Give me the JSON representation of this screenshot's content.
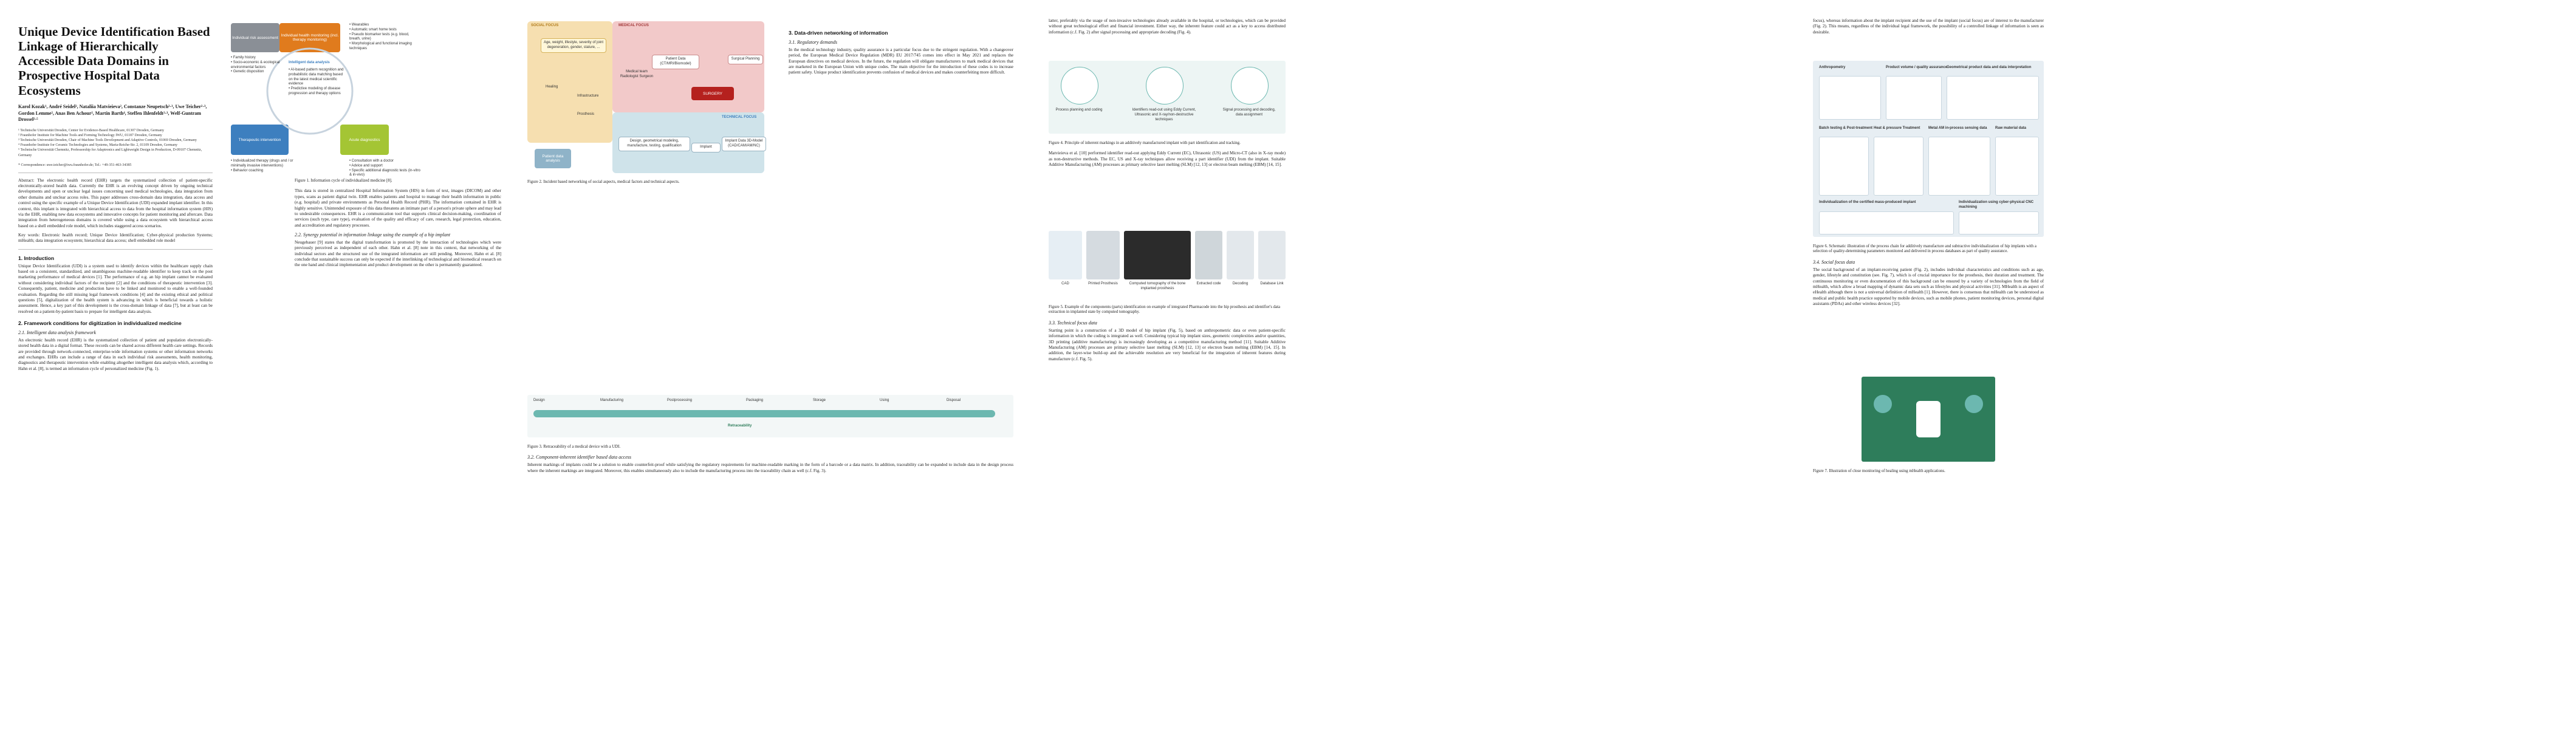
{
  "paper": {
    "title": "Unique Device Identification Based Linkage of Hierarchically Accessible Data Domains in Prospective Hospital Data Ecosystems",
    "authors": "Karol Kozak¹, André Seidel², Nataliia Matvieieva², Constanze Neupetsch²·³, Uwe Teicher²·³, Gordon Lemme², Anas Ben Achour², Martin Barth⁴, Steffen Ihlenfeldt²·³, Welf-Guntram Drossel²·⁵",
    "affiliations": [
      "¹ Technische Universität Dresden, Center for Evidence-Based Healthcare, 01307 Dresden, Germany",
      "² Fraunhofer Institute for Machine Tools and Forming Technology IWU, 01187 Dresden, Germany",
      "³ Technische Universität Dresden, Chair of Machine Tools Development and Adaptive Controls, 01069 Dresden, Germany",
      "⁴ Fraunhofer Institute for Ceramic Technologies and Systems, Maria-Reiche-Str. 2, 01109 Dresden, Germany",
      "⁵ Technische Universität Chemnitz, Professorship for Adaptronics and Lightweight Design in Production, D-09107 Chemnitz, Germany"
    ],
    "correspondence": "* Correspondence: uwe.teicher@iwu.fraunhofer.de; Tel.: +49-351-463-34385",
    "abstract": "Abstract: The electronic health record (EHR) targets the systematized collection of patient-specific electronically-stored health data. Currently the EHR is an evolving concept driven by ongoing technical developments and open or unclear legal issues concerning used medical technologies, data integration from other domains and unclear access roles. This paper addresses cross-domain data integration, data access and control using the specific example of a Unique Device Identification (UDI) expanded implant identifier. In this context, this implant is integrated with hierarchical access to data from the hospital information system (HIS) via the EHR, enabling new data ecosystems and innovative concepts for patient monitoring and aftercare. Data integration from heterogeneous domains is covered while using a data ecosystem with hierarchical access based on a shell embedded role model, which includes staggered access scenarios.",
    "keywords": "Key words: Electronic health record; Unique Device Identification; Cyber-physical production Systems; mHealth; data integration ecosystem; hierarchical data access; shell embedded role model",
    "sec1": "1. Introduction",
    "sec1_text": "Unique Device Identification (UDI) is a system used to identify devices within the healthcare supply chain based on a consistent, standardized, and unambiguous machine-readable identifier to keep track on the post marketing performance of medical devices [1]. The performance of e.g. an hip implant cannot be evaluated without considering individual factors of the recipient [2] and the conditions of therapeutic intervention [3]. Consequently, patient, medicine and production have to be linked and monitored to enable a well-founded evaluation. Regarding the still missing legal framework conditions [4] and the existing ethical and political questions [5], digitalization of the health system is advancing in which is beneficial towards a holistic assessment. Hence, a key part of this development is the cross-domain linkage of data [7], but at least can be resolved on a patient-by-patient basis to prepare for intelligent data analysis.",
    "sec2": "2. Framework conditions for digitization in individualized medicine",
    "sec2_1": "2.1. Intelligent data analysis framework",
    "sec2_1_text": "An electronic health record (EHR) is the systematized collection of patient and population electronically-stored health data in a digital format. These records can be shared across different health care settings. Records are provided through network-connected, enterprise-wide information systems or other information networks and exchanges. EHRs can include a range of data in each individual risk assessments, health monitoring, diagnostics and therapeutic intervention while enabling altogether intelligent data analysis which, according to Hahn et al. [8], is termed an information cycle of personalized medicine (Fig. 1).",
    "fig1": {
      "caption": "Figure 1. Information cycle of individualized medicine [8].",
      "individual_risk": "Individual risk assessment",
      "individual_health": "Individual health monitoring (incl. therapy monitoring)",
      "intelligent": "Intelligent data analysis",
      "therapeutic": "Therapeutic intervention",
      "acute": "Acute diagnostics",
      "left_list": "• Family history\n• Socio-economic & ecological environmental factors\n• Genetic disposition",
      "right_list": "• Wearables\n• Automatic smart home tests\n• Pseudo biomarker tests (e.g. blood, breath, urine)\n• Morphological and functional imaging techniques",
      "mid_list": "• AI-based pattern recognition and probabilistic data matching based on the latest medical scientific evidence\n• Predictive modeling of disease progression and therapy options",
      "bottom_left": "• Individualized therapy (drugs and / or minimally invasive interventions)\n• Behavior coaching",
      "bottom_right": "• Consultation with a doctor\n• Advice and support\n• Specific additional diagnostic tests (in-vitro & in-vivo)"
    },
    "p2_text": "This data is stored in centralized Hospital Information System (HIS) in form of text, images (DICOM) and other types, scans as patient digital twin. EHR enables patients and hospital to manage their health information in public (e.g. hospital) and private environments as Personal Health Record (PHR). The information contained in EHR is highly sensitive. Unintended exposure of this data threatens an intimate part of a person's private sphere and may lead to undesirable consequences. EHR is a communication tool that supports clinical decision-making, coordination of services (such type, care type), evaluation of the quality and efficacy of care, research, legal protection, education, and accreditation and regulatory processes.",
    "sec2_2": "2.2. Synergy potential in information linkage using the example of a hip implant",
    "sec2_2_text": "Neugebauer [9] states that the digital transformation is promoted by the interaction of technologies which were previously perceived as independent of each other. Hahn et al. [8] note in this context, that networking of the individual sectors and the structured use of the integrated information are still pending. Moreover, Hahn et al. [8] conclude that sustainable success can only be expected if the interlinking of technological and biomedical research on the one hand and clinical implementation and product development on the other is permanently guaranteed.",
    "fig2": {
      "caption": "Figure 2. Incident based networking of social aspects, medical factors and technical aspects.",
      "social": "SOCIAL FOCUS",
      "medical": "MEDICAL FOCUS",
      "technical": "TECHNICAL FOCUS",
      "age": "Age, weight, lifestyle, severity of joint degeneration, gender, stature, ...",
      "patient_data": "Patient Data (CT/MRI/Biomodel)",
      "surgical": "Surgical Planning",
      "medical_team": "Medical team Radiologist Surgeon",
      "healing": "Healing",
      "surgery": "SURGERY",
      "pd_analysis": "Patient data analysis",
      "design": "Design, geometrical modeling, manufacture, testing, qualification",
      "implant": "Implant",
      "implant_data": "Implant Data 3D-Model (CAD/CAM/AM/NC)",
      "prosthesis": "Prosthesis",
      "infrastructure": "Infrastructure"
    },
    "sec3": "3. Data-driven networking of information",
    "sec3_1": "3.1. Regulatory demands",
    "sec3_1_text": "In the medical technology industry, quality assurance is a particular focus due to the stringent regulation. With a changeover period, the European Medical Device Regulation (MDR) EU 2017/745 comes into effect in May 2021 and replaces the European directives on medical devices. In the future, the regulation will obligate manufacturers to mark medical devices that are marketed in the European Union with unique codes. The main objective for the introduction of these codes is to increase patient safety. Unique product identification prevents confusion of medical devices and makes counterfeiting more difficult.",
    "fig3": {
      "caption": "Figure 3. Retraceability of a medical device with a UDI.",
      "steps": [
        "Design",
        "Manufacturing",
        "Postprocessing",
        "Packaging",
        "Storage",
        "Using",
        "Disposal"
      ],
      "retrace": "Retraceability"
    },
    "sec3_2": "3.2. Component-inherent identifier based data access",
    "sec3_2_text": "Inherent markings of implants could be a solution to enable counterfeit-proof while satisfying the regulatory requirements for machine-readable marking in the form of a barcode or a data matrix. In addition, traceability can be expanded to include data in the design process where the inherent markings are integrated. Moreover, this enables simultaneously also to include the manufacturing process into the traceability chain as well (c.f. Fig. 3).",
    "p3_text": "latter, preferably via the usage of non-invasive technologies already available in the hospital, or technologies, which can be provided without great technological effort and financial investment. Either way, the inherent feature could act as a key to access distributed information (c.f. Fig. 2) after signal processing and appropriate decoding (Fig. 4).",
    "fig4": {
      "caption": "Figure 4. Principle of inherent markings in an additively manufactured implant with part identification and tracking.",
      "s1": "Process planning and coding",
      "s2": "Identifiers read-out using Eddy Current, Ultrasonic and X-ray/non-destructive techniques",
      "s3": "Signal processing and decoding, data assignment"
    },
    "p3_text2": "Matvieieva et al. [10] performed identifier read-out applying Eddy Current (EC), Ultrasonic (US) and Micro-CT (also in X-ray mode) as non-destructive methods. The EC, US and X-ray techniques allow receiving a part identifier (UDI) from the implant. Suitable Additive Manufacturing (AM) processes as primary selective laser melting (SLM) [12, 13] or electron beam melting (EBM) [14, 15].",
    "fig5": {
      "caption": "Figure 5. Example of the components (parts) identification on example of integrated Pharmacode into the hip prosthesis and identifier's data extraction in implanted state by computed tomography.",
      "labels": [
        "CAD",
        "Printed Prosthesis",
        "Computed tomography of the bone implanted prosthesis",
        "Extracted code",
        "Decoding",
        "Database Link"
      ]
    },
    "sec3_3": "3.3. Technical focus data",
    "sec3_3_text": "Starting point is a construction of a 3D model of hip implant (Fig. 5), based on anthropometric data or even patient-specific information in which the coding is integrated as well. Considering typical hip implant sizes, geometric complexities and/or quantities, 3D printing (additive manufacturing) is increasingly developing as a competitive manufacturing method [11]. Suitable Additive Manufacturing (AM) processes are primary selective laser melting (SLM) [12, 13] or electron beam melting (EBM) [14, 15]. In addition, the layer-wise build-up and the achievable resolution are very beneficial for the integration of inherent features during manufacture (c.f. Fig. 5).",
    "p5_text": "focus), whereas information about the implant recipient and the use of the implant (social focus) are of interest to the manufacturer (Fig. 2). This means, regardless of the individual legal framework, the possibility of a controlled linkage of information is seen as desirable.",
    "fig6": {
      "caption": "Figure 6. Schematic illustration of the process chain for additively manufacture and subtractive individualization of hip implants with a selection of quality-determining parameters monitored and delivered in process databases as part of quality assurance.",
      "anthropometry": "Anthropometry",
      "product": "Product volume / quality assurance",
      "geometric": "Geometrical product data and data interpretation",
      "batch": "Batch testing & Post-treatment",
      "heat": "Heat & pressure Treatment",
      "metal": "Metal AM in-process sensing data",
      "raw": "Raw material data",
      "indiv": "Individualization of the certified mass-produced implant",
      "cps": "Individualization using cyber-physical CNC machining"
    },
    "sec3_4": "3.4. Social focus data",
    "sec3_4_text": "The social background of an implant-receiving patient (Fig. 2), includes individual characteristics and conditions such as age, gender, lifestyle and constitution (see. Fig. 7), which is of crucial importance for the prosthesis, their duration and treatment. The continuous monitoring or even documentation of this background can be ensured by a variety of technologies from the field of mHealth, which allow a broad mapping of dynamic data sets such as lifestyles and physical activities [31]. MHealth is an aspect of eHealth although there is not a universal definition of mHealth [1]. However, there is consensus that mHealth can be understood as medical and public health practice supported by mobile devices, such as mobile phones, patient monitoring devices, personal digital assistants (PDAs) and other wireless devices [32].",
    "fig7": {
      "caption": "Figure 7. Illustration of close monitoring of healing using mHealth applications."
    }
  },
  "colors": {
    "gray": "#8a8f96",
    "orange": "#e07b1d",
    "blue": "#3d7fbf",
    "lime": "#a4c534",
    "teal": "#6cb8b0",
    "social_bg": "#f6dfb0",
    "medical_bg": "#f2c9c9",
    "technical_bg": "#cfe3ea",
    "surgery_red": "#b5211e",
    "green": "#2e7d5b"
  }
}
